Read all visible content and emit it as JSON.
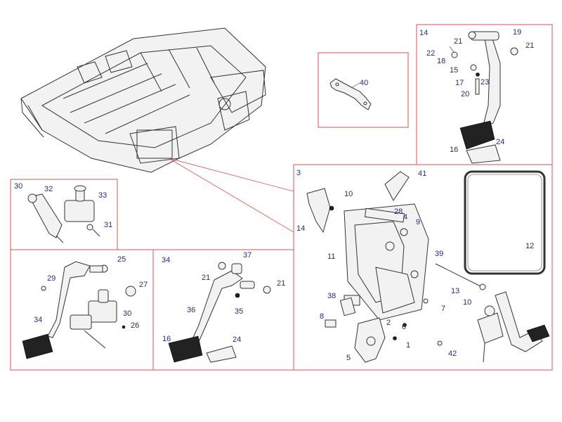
{
  "diagram": {
    "accent_color": "#d9534f",
    "label_color": "#1f2f7a",
    "panels": {
      "pedal_box": {
        "label": "3"
      },
      "brake_pedal_detail": {
        "label": "14"
      },
      "master_cylinder": {
        "label": "30"
      },
      "clutch_assembly": {
        "label": "34"
      }
    },
    "callouts": {
      "c1": "1",
      "c2": "2",
      "c4": "4",
      "c5": "5",
      "c6": "6",
      "c7": "7",
      "c8": "8",
      "c9": "9",
      "c10a": "10",
      "c10b": "10",
      "c11": "11",
      "c12": "12",
      "c13": "13",
      "c14a": "14",
      "c15": "15",
      "c16a": "16",
      "c16b": "16",
      "c17": "17",
      "c18": "18",
      "c19": "19",
      "c20": "20",
      "c21a": "21",
      "c21b": "21",
      "c21c": "21",
      "c21d": "21",
      "c22": "22",
      "c23": "23",
      "c24a": "24",
      "c24b": "24",
      "c25": "25",
      "c26": "26",
      "c27": "27",
      "c28": "28",
      "c29": "29",
      "c30b": "30",
      "c31": "31",
      "c32": "32",
      "c33": "33",
      "c35": "35",
      "c36": "36",
      "c37": "37",
      "c38": "38",
      "c39": "39",
      "c40": "40",
      "c41": "41",
      "c42": "42",
      "c14b": "14"
    }
  }
}
